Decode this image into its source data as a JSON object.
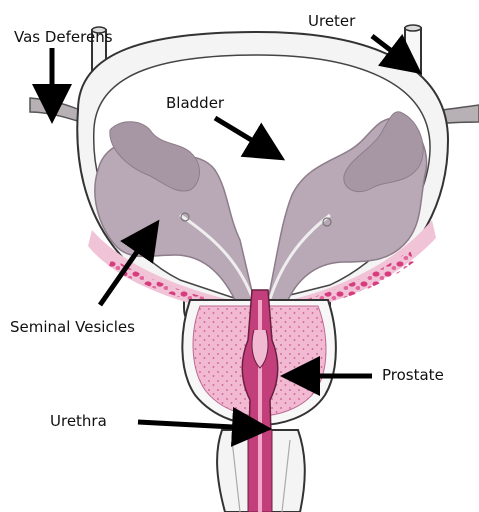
{
  "labels": {
    "vas_deferens": "Vas Deferens",
    "ureter": "Ureter",
    "bladder": "Bladder",
    "seminal_vesicles": "Seminal Vesicles",
    "prostate": "Prostate",
    "urethra": "Urethra"
  },
  "colors": {
    "bladder_wall": "#f4f4f4",
    "vesicle": "#b9a8b5",
    "vesicle_dark": "#a797a4",
    "prostate": "#f2b9d3",
    "prostate_dots": "#cc5a8c",
    "urethra": "#c23f7b",
    "tissue_band": "#f1c3d7",
    "tissue_dots": "#d63c7e",
    "tube": "#b7b0b5",
    "arrow": "#000000"
  }
}
